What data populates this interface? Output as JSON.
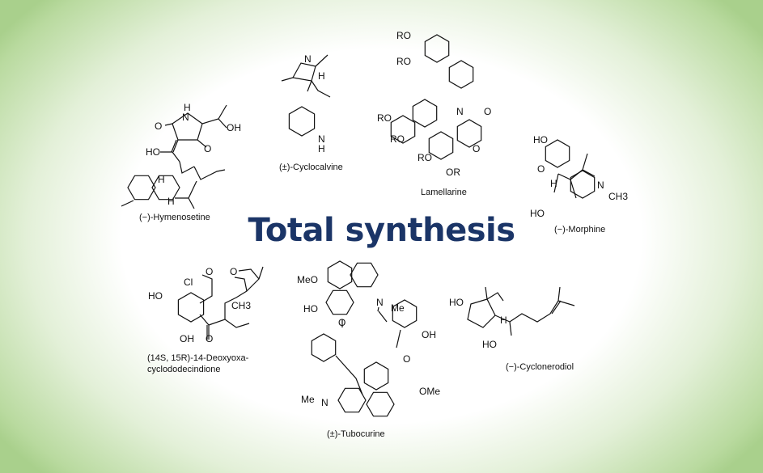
{
  "title": "Total synthesis",
  "colors": {
    "title": "#1b3567",
    "background_edge": "#a9d08c",
    "background_center": "#ffffff"
  },
  "molecules": [
    {
      "name": "(−)-Hymenosetine",
      "atoms": [
        "H",
        "N",
        "O",
        "OH",
        "O",
        "HO",
        "H",
        "H"
      ]
    },
    {
      "name": "(±)-Cyclocalvine",
      "atoms": [
        "N",
        "H",
        "N",
        "H"
      ]
    },
    {
      "name": "Lamellarine",
      "atoms": [
        "RO",
        "RO",
        "N",
        "O",
        "O",
        "RO",
        "RO",
        "RO",
        "OR"
      ]
    },
    {
      "name": "(−)-Morphine",
      "atoms": [
        "HO",
        "O",
        "H",
        "N",
        "CH3",
        "HO"
      ]
    },
    {
      "name_line1": "(14S, 15R)-14-Deoxyoxa-",
      "name_line2": "cyclododecindione",
      "atoms": [
        "Cl",
        "O",
        "O",
        "HO",
        "CH3",
        "OH",
        "O"
      ]
    },
    {
      "name": "(±)-Tubocurine",
      "atoms": [
        "MeO",
        "HO",
        "N",
        "Me",
        "O",
        "OH",
        "O",
        "OMe",
        "Me",
        "N"
      ]
    },
    {
      "name": "(−)-Cyclonerodiol",
      "atoms": [
        "HO",
        "H",
        "HO"
      ]
    }
  ]
}
